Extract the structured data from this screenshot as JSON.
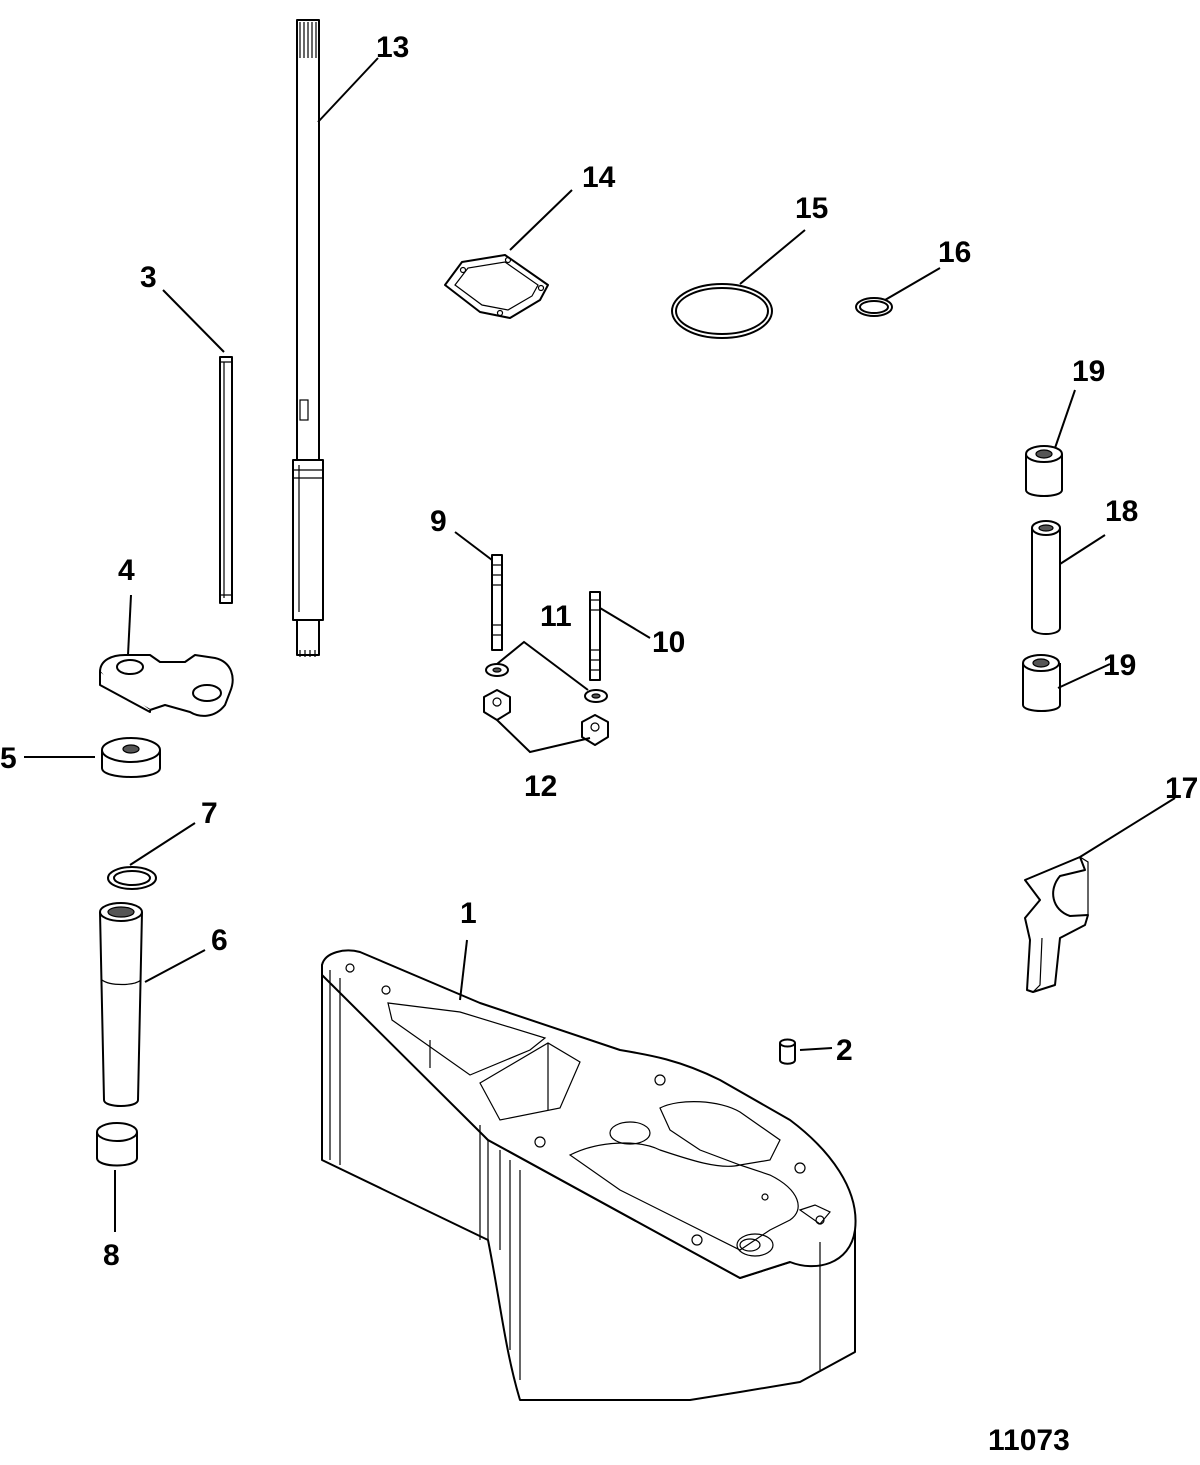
{
  "callouts": {
    "c1": "1",
    "c2": "2",
    "c3": "3",
    "c4": "4",
    "c5": "5",
    "c6": "6",
    "c7": "7",
    "c8": "8",
    "c9": "9",
    "c10": "10",
    "c11": "11",
    "c12": "12",
    "c13": "13",
    "c14": "14",
    "c15": "15",
    "c16": "16",
    "c17": "17",
    "c18": "18",
    "c19a": "19",
    "c19b": "19"
  },
  "figure_id": "11073"
}
